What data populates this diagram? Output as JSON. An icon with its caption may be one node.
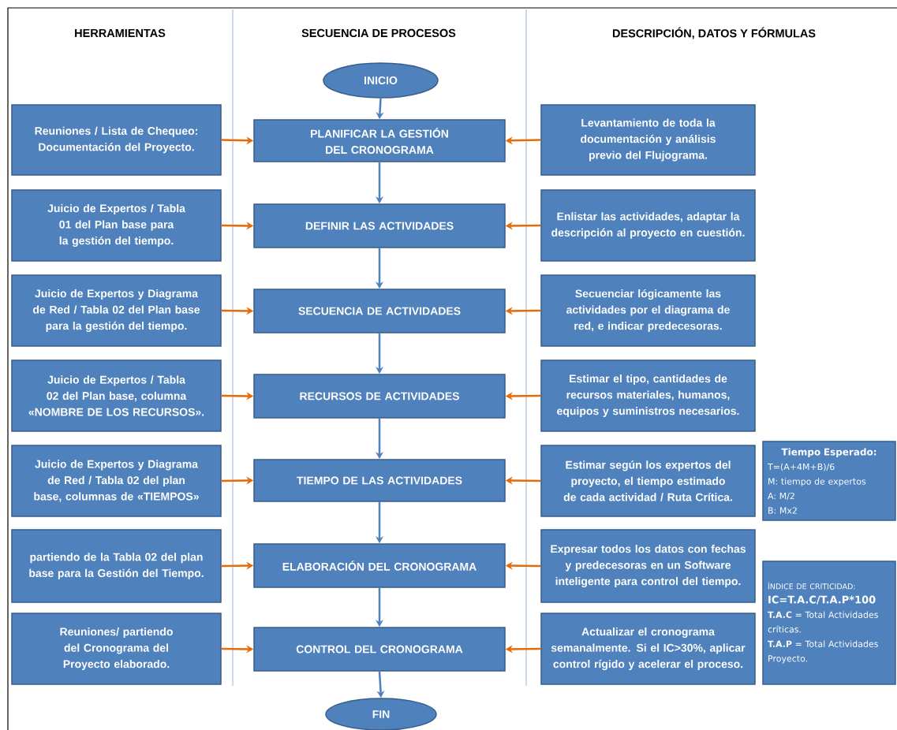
{
  "diagram": {
    "nodes": [
      {
        "text": [
          "INICIO"
        ]
      },
      {
        "text": [
          "Reuniones / Lista de Chequeo: Documentación del Proyecto."
        ]
      },
      {
        "text": [
          "PLANIFICAR LA GESTIÓN DEL CRONOGRAMA"
        ]
      },
      {
        "text": [
          "Levantamiento de toda la documentación y análisis previo del Flujograma."
        ]
      },
      {
        "text": [
          "Juicio de Expertos / Tabla 01 del Plan base para la gestión del tiempo."
        ]
      },
      {
        "text": [
          "DEFINIR LAS ACTIVIDADES"
        ]
      },
      {
        "text": [
          "Enlistar las actividades, adaptar la descripción al proyecto en cuestión."
        ]
      },
      {
        "text": [
          "Juicio de Expertos y Diagrama de Red / Tabla 02 del Plan base para la gestión del tiempo."
        ]
      },
      {
        "text": [
          "SECUENCIA DE ACTIVIDADES"
        ]
      },
      {
        "text": [
          "Secuenciar lógicamente las actividades por el diagrama de red, e indicar predecesoras."
        ]
      },
      {
        "text": [
          "Juicio de Expertos / Tabla 02 del Plan base, columna «NOMBRE DE LOS RECURSOS»."
        ]
      },
      {
        "text": [
          "RECURSOS DE ACTIVIDADES"
        ]
      },
      {
        "text": [
          "Estimar el tipo, cantidades de recursos materiales, humanos, equipos y suministros necesarios."
        ]
      },
      {
        "text": [
          "Juicio de Expertos y Diagrama de Red / Tabla 02 del plan base, columnas de «TIEMPOS»"
        ]
      },
      {
        "text": [
          "TIEMPO DE LAS ACTIVIDADES"
        ]
      },
      {
        "text": [
          "Estimar según los expertos del proyecto, el tiempo estimado de cada actividad / Ruta Crítica."
        ]
      },
      {
        "text": [
          "Tiempo Esperado:",
          "T=(A+4M+B)/6",
          "M: tiempo de expertos",
          "A: M/2",
          "B: Mx2"
        ]
      },
      {
        "text": [
          "partiendo de la Tabla 02 del plan base para la Gestión del Tiempo."
        ]
      },
      {
        "text": [
          "ELABORACIÓN DEL CRONOGRAMA"
        ]
      },
      {
        "text": [
          "Expresar todos los datos con fechas y predecesoras en un Software inteligente para control del tiempo."
        ]
      },
      {
        "text": [
          "ÍNDICE DE CRITICIDAD:",
          "IC=T.A.C/T.A.P*100",
          "**T.A.C** = Total Actividades críticas.",
          "**T.A.P** = Total Actividades Proyecto."
        ]
      },
      {
        "text": [
          "Reuniones/ partiendo del Cronograma del Proyecto elaborado."
        ]
      },
      {
        "text": [
          "CONTROL DEL CRONOGRAMA"
        ]
      },
      {
        "text": [
          "Actualizar el cronograma semanalmente. Si el IC>30%, aplicar control rígido y acelerar el proceso."
        ]
      },
      {
        "text": [
          "FIN"
        ]
      }
    ],
    "edges": [
      {
        "from": 0,
        "to": 2,
        "arrow": "to",
        "color": "#4f81bd"
      },
      {
        "from": 1,
        "to": 2,
        "arrow": "to"
      },
      {
        "from": 3,
        "to": 2,
        "arrow": "to"
      },
      {
        "from": 2,
        "to": 5,
        "arrow": "to",
        "color": "#4f81bd"
      },
      {
        "from": 4,
        "to": 5,
        "arrow": "to"
      },
      {
        "from": 6,
        "to": 5,
        "arrow": "to"
      },
      {
        "from": 5,
        "to": 8,
        "arrow": "to",
        "color": "#4f81bd"
      },
      {
        "from": 7,
        "to": 8,
        "arrow": "to"
      },
      {
        "from": 9,
        "to": 8,
        "arrow": "to"
      },
      {
        "from": 8,
        "to": 11,
        "arrow": "to",
        "color": "#4f81bd"
      },
      {
        "from": 10,
        "to": 11,
        "arrow": "to"
      },
      {
        "from": 12,
        "to": 11,
        "arrow": "to"
      },
      {
        "from": 11,
        "to": 14,
        "arrow": "to",
        "color": "#4f81bd"
      },
      {
        "from": 13,
        "to": 14,
        "arrow": "to"
      },
      {
        "from": 15,
        "to": 14,
        "arrow": "to"
      },
      {
        "from": 14,
        "to": 18,
        "arrow": "to",
        "color": "#4f81bd"
      },
      {
        "from": 17,
        "to": 18,
        "arrow": "to"
      },
      {
        "from": 19,
        "to": 18,
        "arrow": "to"
      },
      {
        "from": 18,
        "to": 22,
        "arrow": "to",
        "color": "#4f81bd"
      },
      {
        "from": 21,
        "to": 22,
        "arrow": "to"
      },
      {
        "from": 23,
        "to": 22,
        "arrow": "to"
      },
      {
        "from": 22,
        "to": 24,
        "arrow": "to",
        "color": "#4f81bd"
      }
    ],
    "labels": [
      "HERRAMIENTAS",
      "SECUENCIA DE PROCESOS",
      "DESCRIPCIÓN, DATOS Y FÓRMULAS"
    ]
  }
}
